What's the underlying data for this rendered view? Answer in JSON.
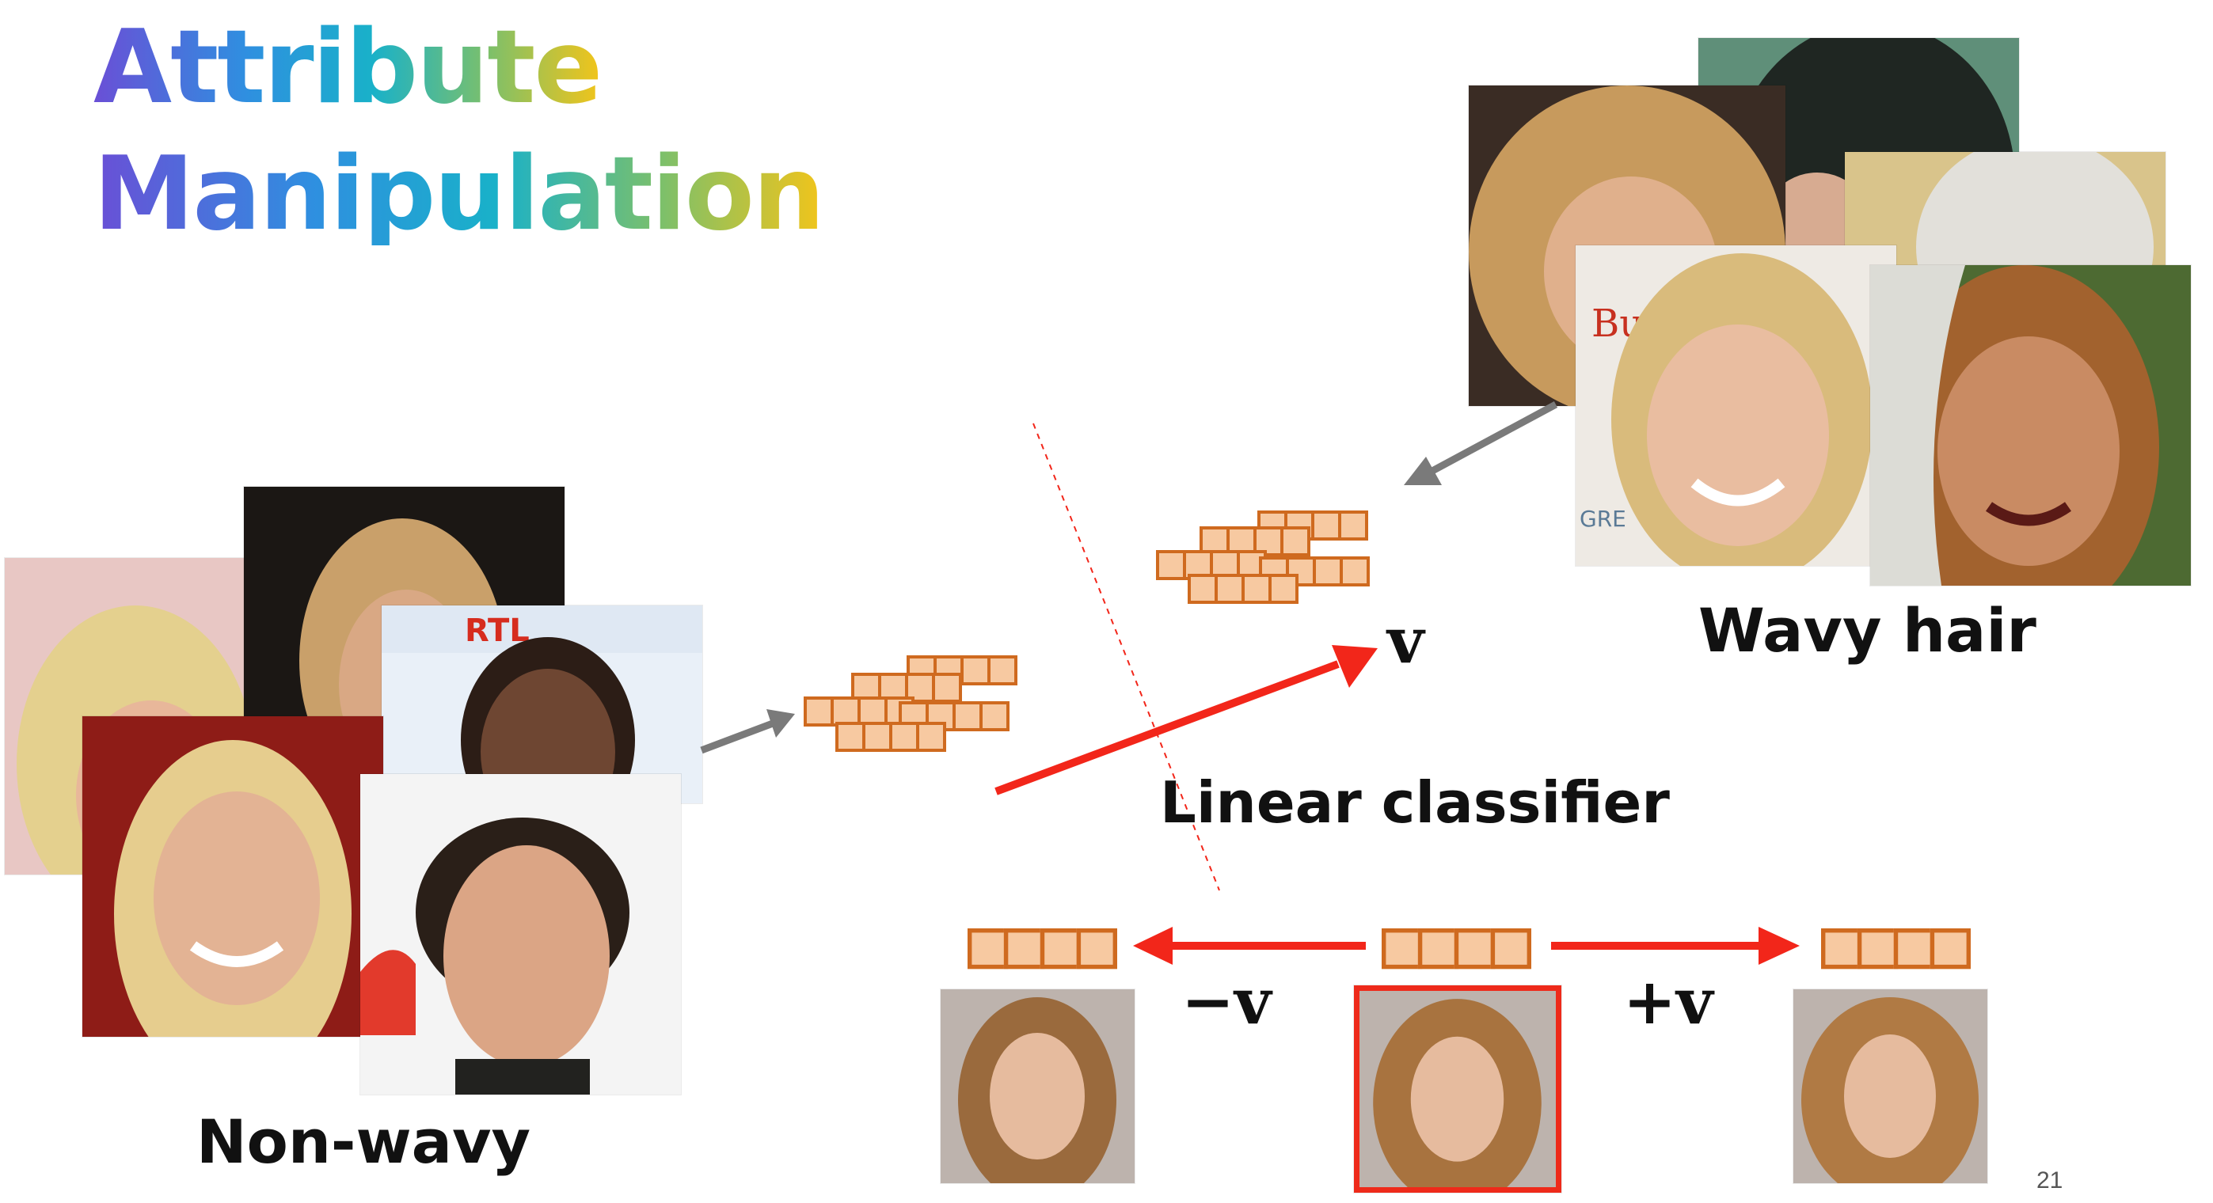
{
  "slide": {
    "title_line1": "Attribute",
    "title_line2": "Manipulation",
    "label_non_wavy": "Non-wavy",
    "label_wavy": "Wavy hair",
    "label_classifier": "Linear classifier",
    "vector_symbol": "v",
    "minus_v": "−v",
    "plus_v": "+v",
    "page_number": "21"
  },
  "colors": {
    "feature_cell_fill": "#f7c9a1",
    "feature_cell_border": "#cf6a1f",
    "red_arrow": "#f2261a",
    "gray_arrow": "#7a7a7a",
    "highlight_box": "#ee2a1a"
  },
  "icons": {
    "face_photos": "face-photo-icon",
    "feature_vector": "feature-grid-icon"
  }
}
